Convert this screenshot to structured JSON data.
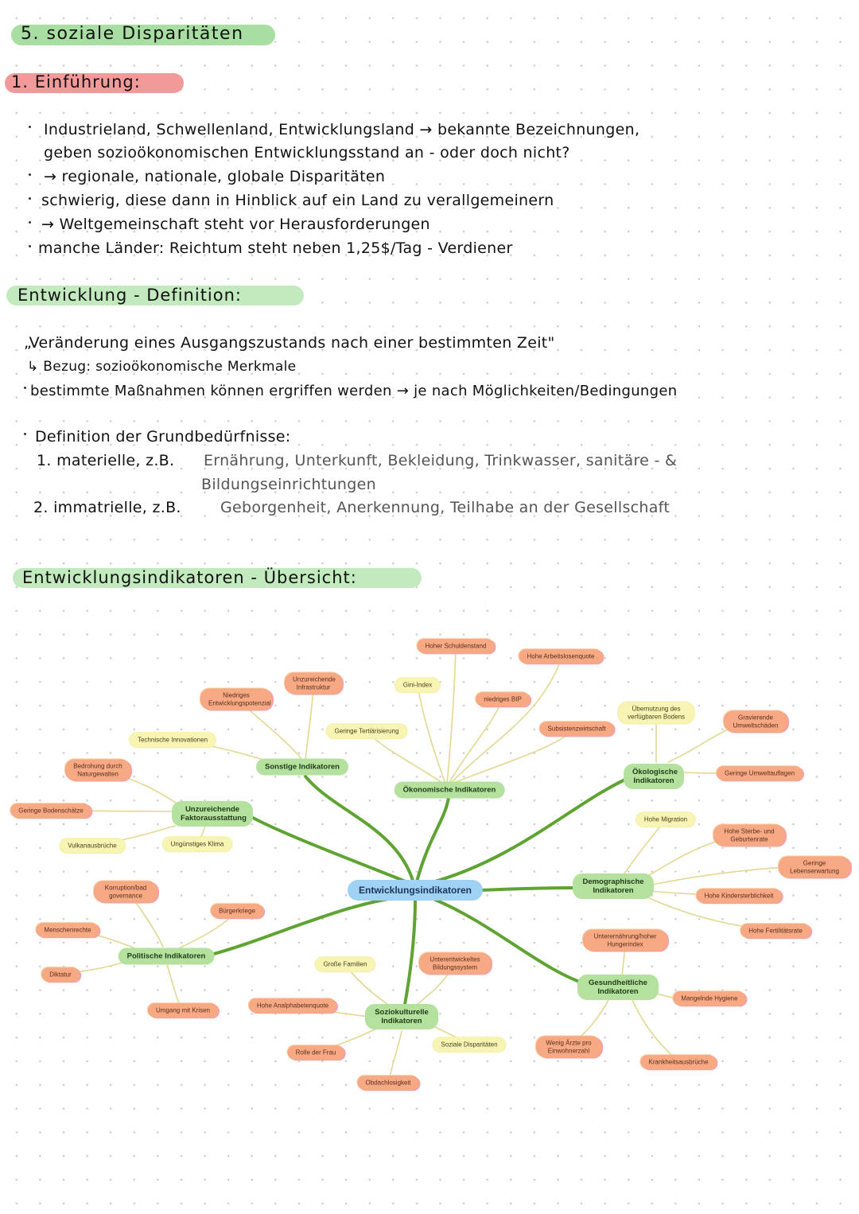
{
  "page": {
    "title": "5. soziale Disparitäten",
    "sections": {
      "intro": {
        "heading": "1. Einführung:",
        "bullets": [
          "Industrieland, Schwellenland, Entwicklungsland → bekannte Bezeichnungen,",
          "geben sozioökonomischen Entwicklungsstand an - oder doch nicht?",
          "→ regionale, nationale, globale Disparitäten",
          "schwierig, diese dann in Hinblick auf ein Land zu verallgemeinern",
          "→ Weltgemeinschaft steht vor Herausforderungen",
          "manche Länder: Reichtum steht neben 1,25$/Tag - Verdiener"
        ]
      },
      "definition": {
        "heading": "Entwicklung - Definition:",
        "quote": "„Veränderung eines Ausgangszustands nach einer bestimmten Zeit\"",
        "reference": "↳ Bezug: sozioökonomische Merkmale",
        "measures": "bestimmte Maßnahmen können ergriffen werden → je nach Möglichkeiten/Bedingungen",
        "basic_needs_heading": "Definition der Grundbedürfnisse:",
        "material_label": "1. materielle, z.B.",
        "material_examples": "Ernährung, Unterkunft, Bekleidung, Trinkwasser, sanitäre - &",
        "material_examples_cont": "Bildungseinrichtungen",
        "immaterial_label": "2. immatrielle, z.B.",
        "immaterial_examples": "Geborgenheit, Anerkennung, Teilhabe an der Gesellschaft"
      },
      "overview": {
        "heading": "Entwicklungsindikatoren - Übersicht:"
      }
    },
    "colors": {
      "highlight_green": "#a9dea3",
      "highlight_red": "#f29a9a",
      "node_orange": "#f6a982",
      "node_yellow": "#f8f4b4",
      "node_category": "#b4e29e",
      "node_root": "#9fd2f5",
      "branch_main": "#5fa332",
      "branch_sub": "#e0d89a"
    }
  },
  "mindmap": {
    "root": "Entwicklungsindikatoren",
    "categories": [
      {
        "label": "Sonstige Indikatoren",
        "children": [
          "Niedriges Entwicklungspotenzial",
          "Unzureichende Infrastruktur",
          "Technische Innovationen"
        ]
      },
      {
        "label": "Unzureichende Faktorausstattung",
        "children": [
          "Bedrohung durch Naturgewalten",
          "Geringe Bodenschätze",
          "Vulkanausbrüche",
          "Ungünstiges Klima"
        ]
      },
      {
        "label": "Ökonomische Indikatoren",
        "children": [
          "Hoher Schuldenstand",
          "Hohe Arbeitslosenquote",
          "Gini-Index",
          "niedriges BIP",
          "Geringe Tertiärisierung",
          "Subsistenzwirtschaft"
        ]
      },
      {
        "label": "Ökologische Indikatoren",
        "children": [
          "Übernutzung des verfügbaren Bodens",
          "Gravierende Umweltschäden",
          "Geringe Umweltauflagen"
        ]
      },
      {
        "label": "Demographische Indikatoren",
        "children": [
          "Hohe Migration",
          "Hohe Sterbe- und Geburtenrate",
          "Geringe Lebenserwartung",
          "Hohe Kindersterblichkeit",
          "Hohe Fertilitätsrate"
        ]
      },
      {
        "label": "Politische Indikatoren",
        "children": [
          "Korruption/bad governance",
          "Bürgerkriege",
          "Menschenrechte",
          "Diktatur",
          "Umgang mit Krisen"
        ]
      },
      {
        "label": "Soziokulturelle Indikatoren",
        "children": [
          "Große Familien",
          "Unterentwickeltes Bildungssystem",
          "Hohe Analphabetenquote",
          "Rolle der Frau",
          "Soziale Disparitäten",
          "Obdachlosigkeit"
        ]
      },
      {
        "label": "Gesundheitliche Indikatoren",
        "children": [
          "Unterernährung/hoher Hungerindex",
          "Mangelnde Hygiene",
          "Wenig Ärzte pro Einwohnerzahl",
          "Krankheitsausbrüche"
        ]
      }
    ]
  }
}
